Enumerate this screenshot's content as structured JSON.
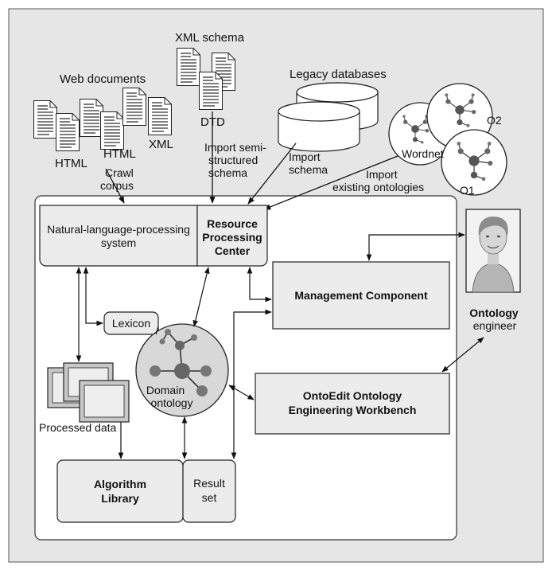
{
  "sources": {
    "web_documents": "Web documents",
    "html1": "HTML",
    "html2": "HTML",
    "xml_doc": "XML",
    "xml_schema": "XML schema",
    "dtd": "DTD",
    "legacy_databases": "Legacy databases",
    "wordnet": "Wordnet",
    "o2": "O2",
    "o1": "O1"
  },
  "arrows": {
    "crawl_line1": "Crawl",
    "crawl_line2": "corpus",
    "semi_line1": "Import semi-",
    "semi_line2": "structured",
    "semi_line3": "schema",
    "schema_line1": "Import",
    "schema_line2": "schema",
    "existing_line1": "Import",
    "existing_line2": "existing ontologies"
  },
  "components": {
    "nlp_line1": "Natural-language-processing",
    "nlp_line2": "system",
    "rpc_line1": "Resource",
    "rpc_line2": "Processing",
    "rpc_line3": "Center",
    "management": "Management Component",
    "lexicon": "Lexicon",
    "domain_line1": "Domain",
    "domain_line2": "ontology",
    "ontoedit_line1": "OntoEdit Ontology",
    "ontoedit_line2": "Engineering Workbench",
    "processed_data": "Processed data",
    "algo_line1": "Algorithm",
    "algo_line2": "Library",
    "result_line1": "Result",
    "result_line2": "set"
  },
  "actor": {
    "line1": "Ontology",
    "line2": "engineer"
  },
  "colors": {
    "background": "#e6e6e6",
    "box_fill": "#ececec",
    "panel": "#ffffff",
    "stroke": "#222222"
  }
}
